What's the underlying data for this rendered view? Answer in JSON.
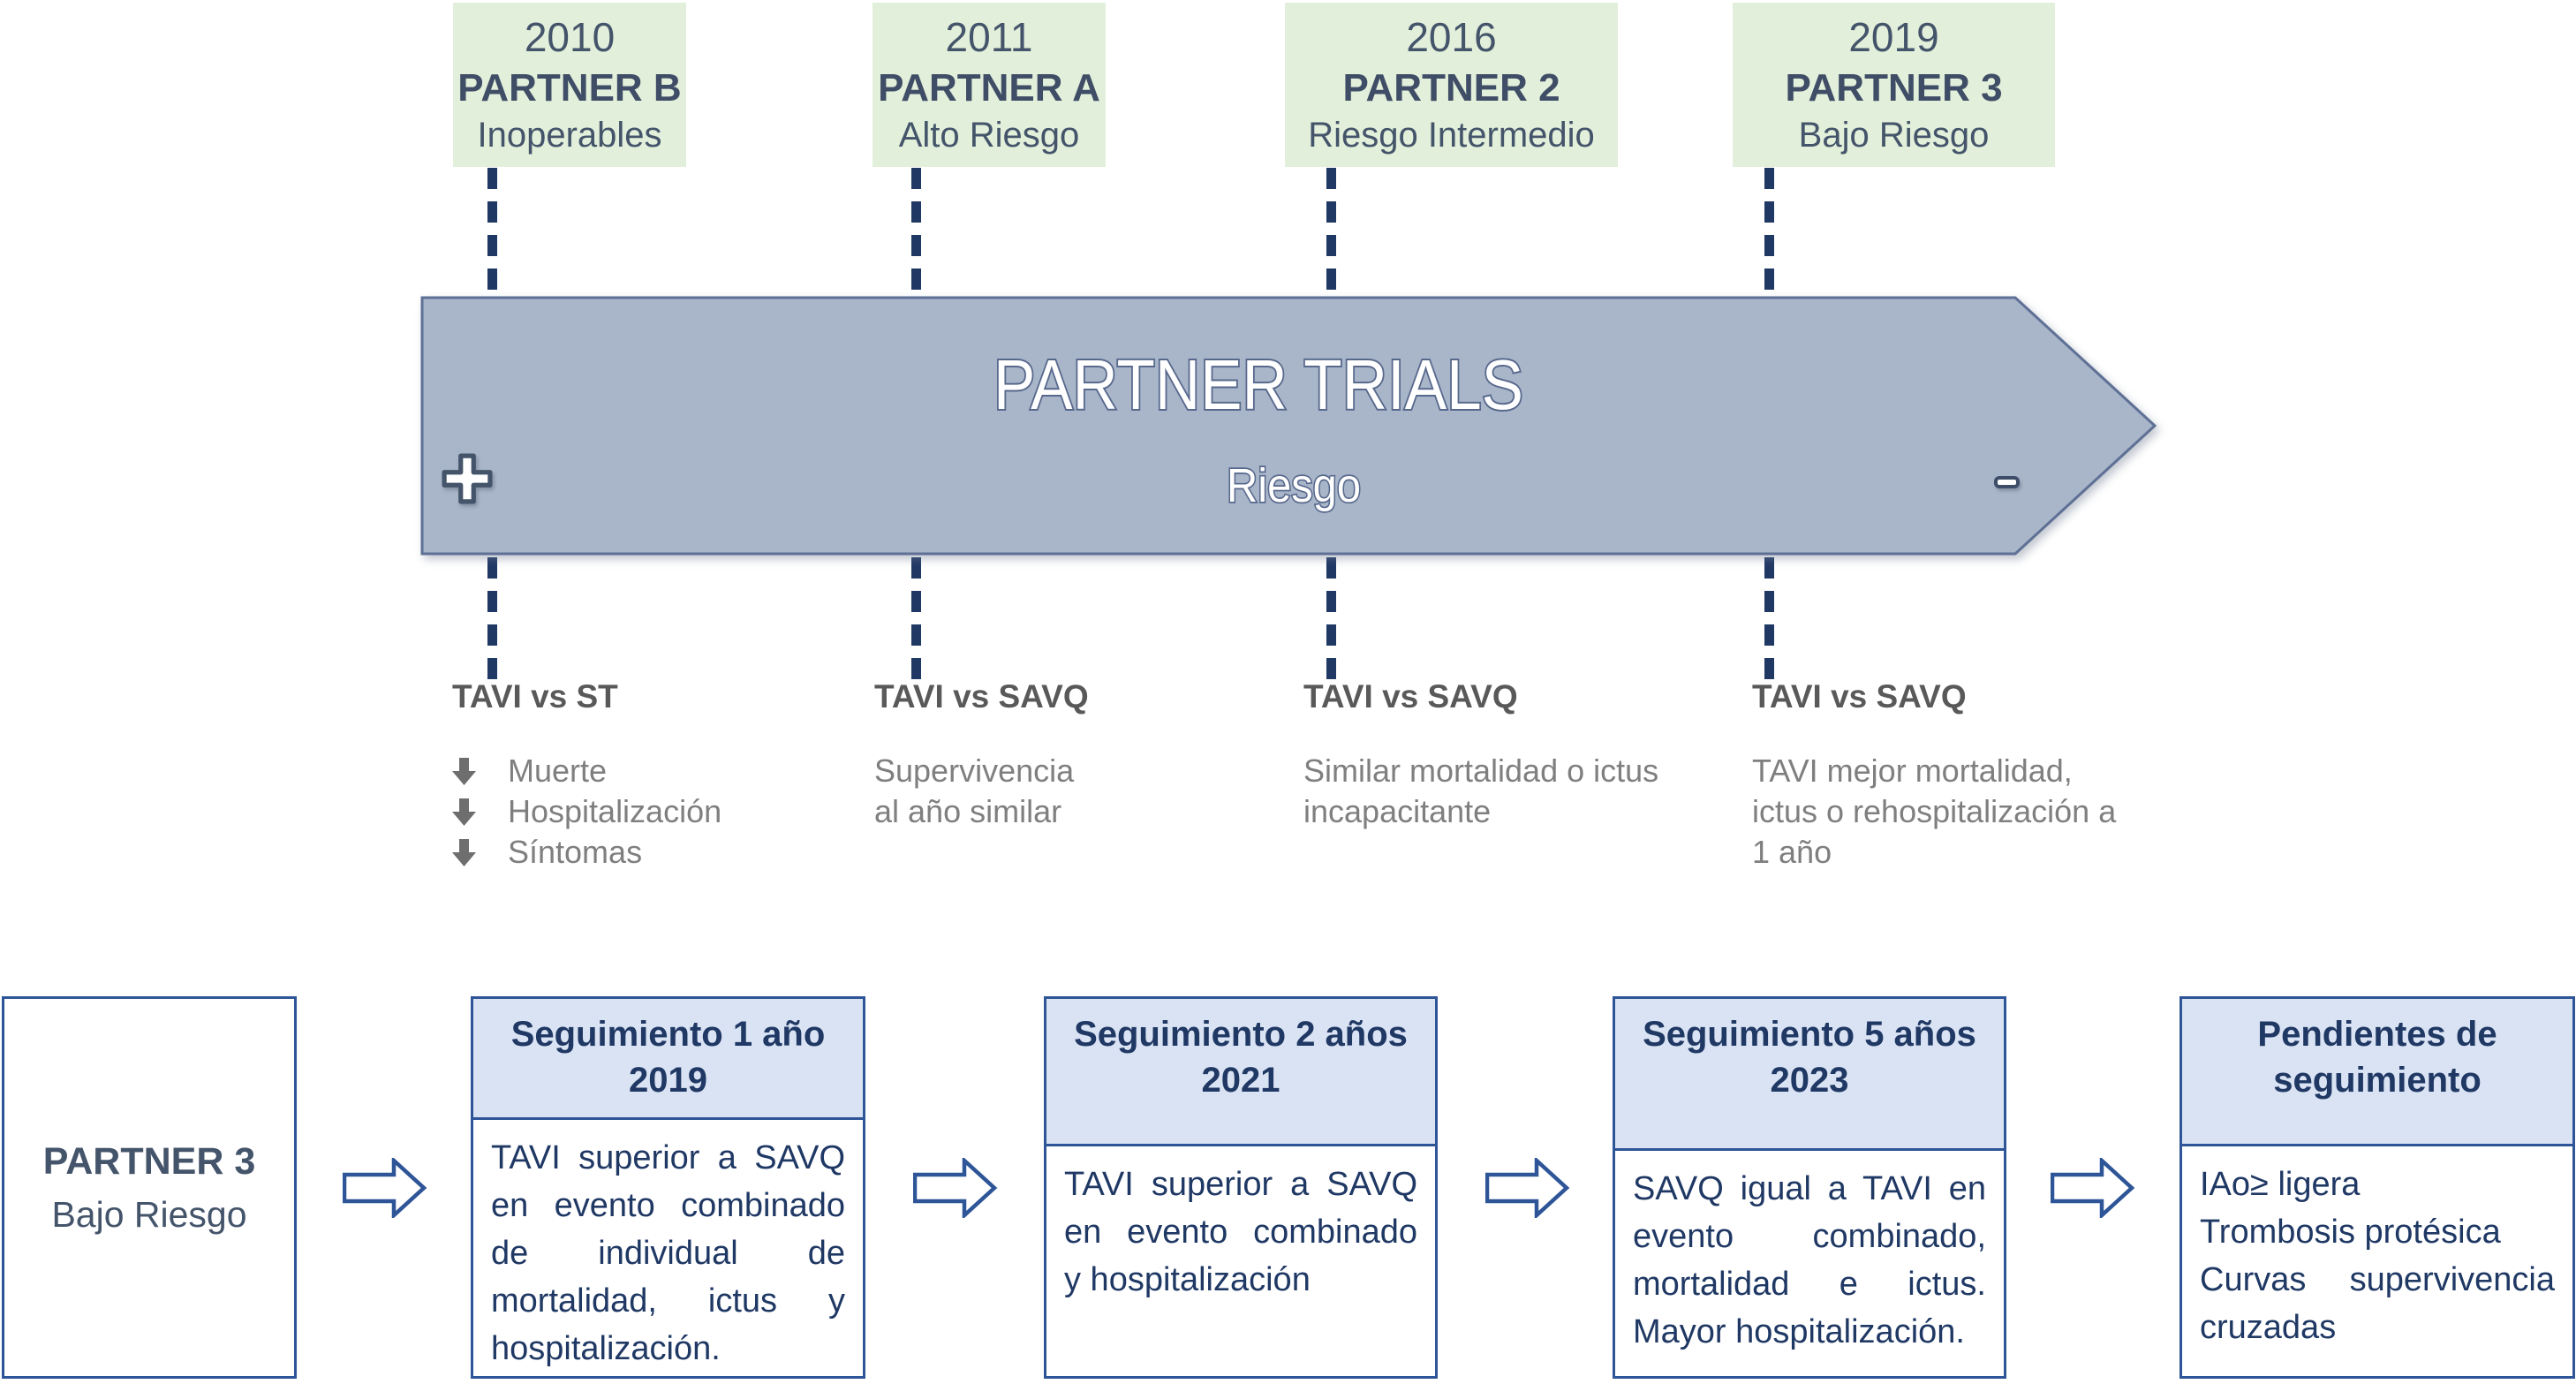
{
  "colors": {
    "milestone_fill": "#e2efda",
    "arrow_fill": "#a9b6c9",
    "arrow_outline": "#5e7095",
    "navy": "#1f3864",
    "box_border": "#2e5597",
    "header_fill": "#dae3f3",
    "gray_text": "#7f7f7f",
    "slate_text": "#44546a"
  },
  "timeline": {
    "title": "PARTNER TRIALS",
    "subtitle": "Riesgo",
    "plus_label": "+",
    "minus_label": "-",
    "milestones": [
      {
        "year": "2010",
        "trial": "PARTNER B",
        "population": "Inoperables",
        "comparison": "TAVI vs ST",
        "findings": [
          "Muerte",
          "Hospitalización",
          "Síntomas"
        ],
        "findings_icon": "down-arrow-icon"
      },
      {
        "year": "2011",
        "trial": "PARTNER A",
        "population": "Alto Riesgo",
        "comparison": "TAVI vs SAVQ",
        "finding_lines": [
          "Supervivencia",
          "al año similar"
        ]
      },
      {
        "year": "2016",
        "trial": "PARTNER 2",
        "population": "Riesgo Intermedio",
        "comparison": "TAVI vs SAVQ",
        "finding_lines": [
          "Similar mortalidad o ictus",
          "incapacitante"
        ]
      },
      {
        "year": "2019",
        "trial": "PARTNER 3",
        "population": "Bajo Riesgo",
        "comparison": "TAVI  vs SAVQ",
        "finding_lines": [
          "TAVI mejor mortalidad,",
          "ictus o rehospitalización a",
          "1 año"
        ]
      }
    ]
  },
  "flow": {
    "source": {
      "trial": "PARTNER 3",
      "population": "Bajo Riesgo"
    },
    "stages": [
      {
        "title": "Seguimiento 1 año",
        "year": "2019",
        "lines": [
          "TAVI superior a SAVQ",
          "en evento combinado",
          "de individual de",
          "mortalidad, ictus y",
          "hospitalización."
        ]
      },
      {
        "title": "Seguimiento 2 años",
        "year": "2021",
        "lines": [
          "TAVI superior a SAVQ",
          "en evento combinado",
          "y hospitalización"
        ]
      },
      {
        "title": "Seguimiento 5 años",
        "year": "2023",
        "lines": [
          "SAVQ igual a TAVI en",
          "evento combinado,",
          "mortalidad e ictus.",
          "Mayor hospitalización."
        ]
      },
      {
        "title": "Pendientes de seguimiento",
        "lines": [
          "IAo≥ ligera",
          "Trombosis protésica",
          "Curvas supervivencia cruzadas"
        ]
      }
    ]
  }
}
